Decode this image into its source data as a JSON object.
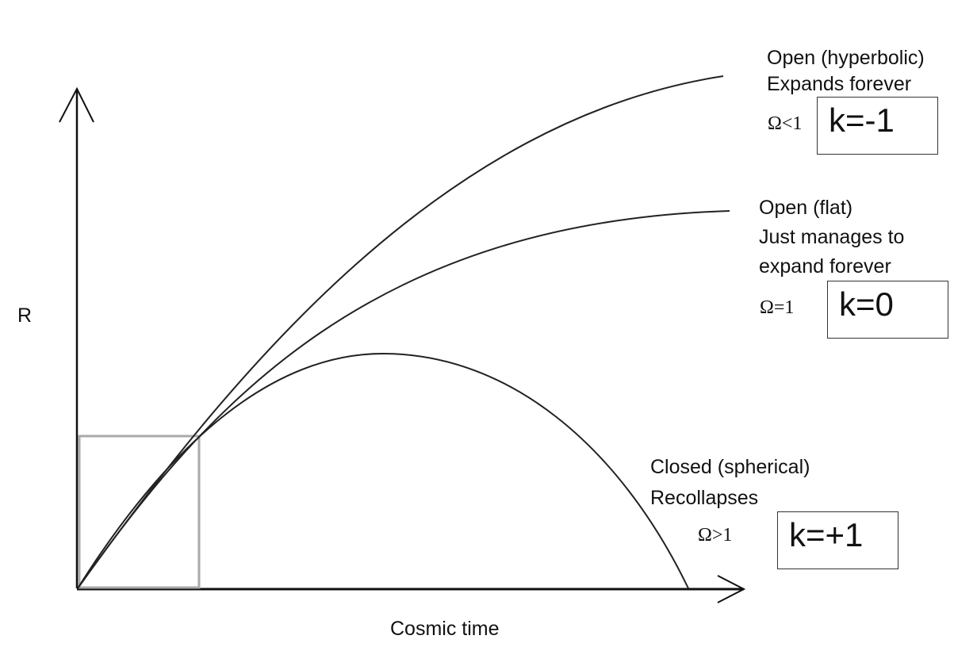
{
  "axes": {
    "y_label": "R",
    "x_label": "Cosmic time"
  },
  "curves": [
    {
      "name": "open-hyperbolic",
      "lines": [
        "Open (hyperbolic)",
        "Expands forever"
      ],
      "omega": "Ω<1",
      "k": "k=-1"
    },
    {
      "name": "open-flat",
      "lines": [
        "Open (flat)",
        "Just manages to",
        "expand forever"
      ],
      "omega": "Ω=1",
      "k": "k=0"
    },
    {
      "name": "closed-spherical",
      "lines": [
        "Closed (spherical)",
        "Recollapses"
      ],
      "omega": "Ω>1",
      "k": "k=+1"
    }
  ],
  "colors": {
    "curve": "#222222",
    "highlight_box": "#aaaaaa"
  }
}
